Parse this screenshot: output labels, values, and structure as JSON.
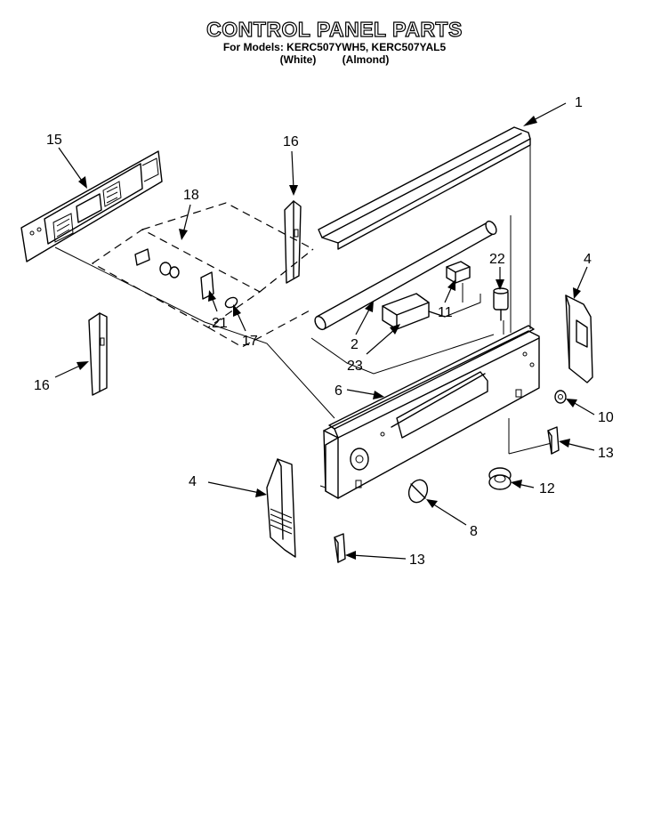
{
  "header": {
    "title": "CONTROL PANEL PARTS",
    "subtitle": "For Models: KERC507YWH5, KERC507YAL5",
    "variant_white": "(White)",
    "variant_almond": "(Almond)"
  },
  "callouts": [
    {
      "id": "c1",
      "label": "1"
    },
    {
      "id": "c2",
      "label": "2"
    },
    {
      "id": "c4a",
      "label": "4"
    },
    {
      "id": "c4b",
      "label": "4"
    },
    {
      "id": "c6",
      "label": "6"
    },
    {
      "id": "c8",
      "label": "8"
    },
    {
      "id": "c10",
      "label": "10"
    },
    {
      "id": "c11",
      "label": "11"
    },
    {
      "id": "c12",
      "label": "12"
    },
    {
      "id": "c13a",
      "label": "13"
    },
    {
      "id": "c13b",
      "label": "13"
    },
    {
      "id": "c15",
      "label": "15"
    },
    {
      "id": "c16a",
      "label": "16"
    },
    {
      "id": "c16b",
      "label": "16"
    },
    {
      "id": "c17",
      "label": "17"
    },
    {
      "id": "c18",
      "label": "18"
    },
    {
      "id": "c21",
      "label": "21"
    },
    {
      "id": "c22",
      "label": "22"
    },
    {
      "id": "c23",
      "label": "23"
    }
  ]
}
